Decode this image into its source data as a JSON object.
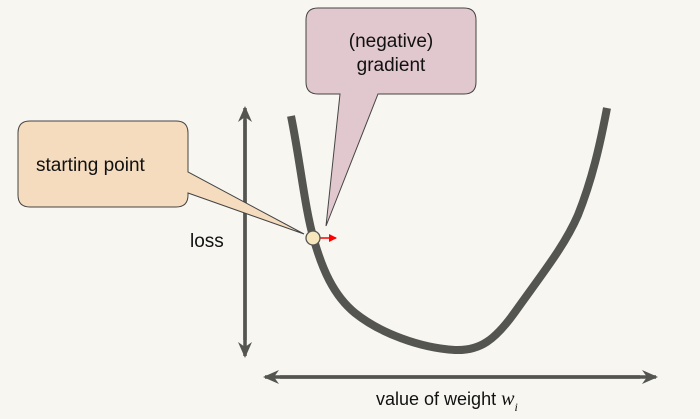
{
  "callouts": {
    "gradient_line1": "(negative)",
    "gradient_line2": "gradient",
    "start": "starting point"
  },
  "axes": {
    "y_label": "loss",
    "x_label": "value of weight",
    "x_symbol": "w",
    "x_subscript": "i"
  },
  "colors": {
    "background": "#f7f6f1",
    "curve": "#545450",
    "gradient_callout": "#e1c7ce",
    "start_callout": "#f5dcbf",
    "point": "#f6e7bd",
    "arrow": "#ff0000"
  }
}
